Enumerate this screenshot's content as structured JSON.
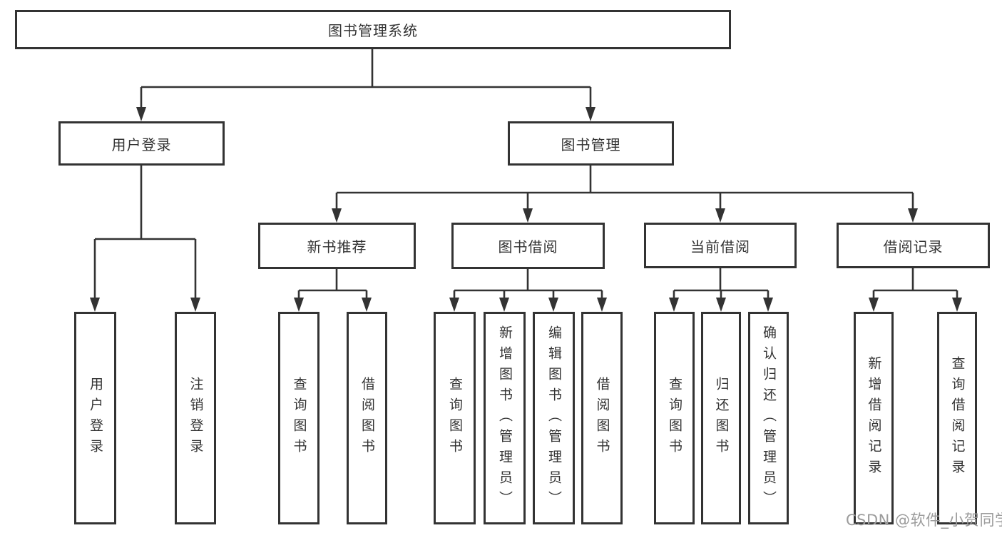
{
  "colors": {
    "line": "#333333",
    "text": "#333333",
    "watermark": "#9c9c9c",
    "background": "#ffffff"
  },
  "diagram": {
    "root": "图书管理系统",
    "level2": [
      "用户登录",
      "图书管理"
    ],
    "level3": [
      "新书推荐",
      "图书借阅",
      "当前借阅",
      "借阅记录"
    ],
    "groups": [
      {
        "parent": "用户登录",
        "leaves": [
          "用户登录",
          "注销登录"
        ]
      },
      {
        "parent": "新书推荐",
        "leaves": [
          "查询图书",
          "借阅图书"
        ]
      },
      {
        "parent": "图书借阅",
        "leaves": [
          "查询图书",
          "新增图书（管理员）",
          "编辑图书（管理员）",
          "借阅图书"
        ]
      },
      {
        "parent": "当前借阅",
        "leaves": [
          "查询图书",
          "归还图书",
          "确认归还（管理员）"
        ]
      },
      {
        "parent": "借阅记录",
        "leaves": [
          "新增借阅记录",
          "查询借阅记录"
        ]
      }
    ]
  },
  "watermark": {
    "text": "CSDN @软件_小贺同学"
  }
}
